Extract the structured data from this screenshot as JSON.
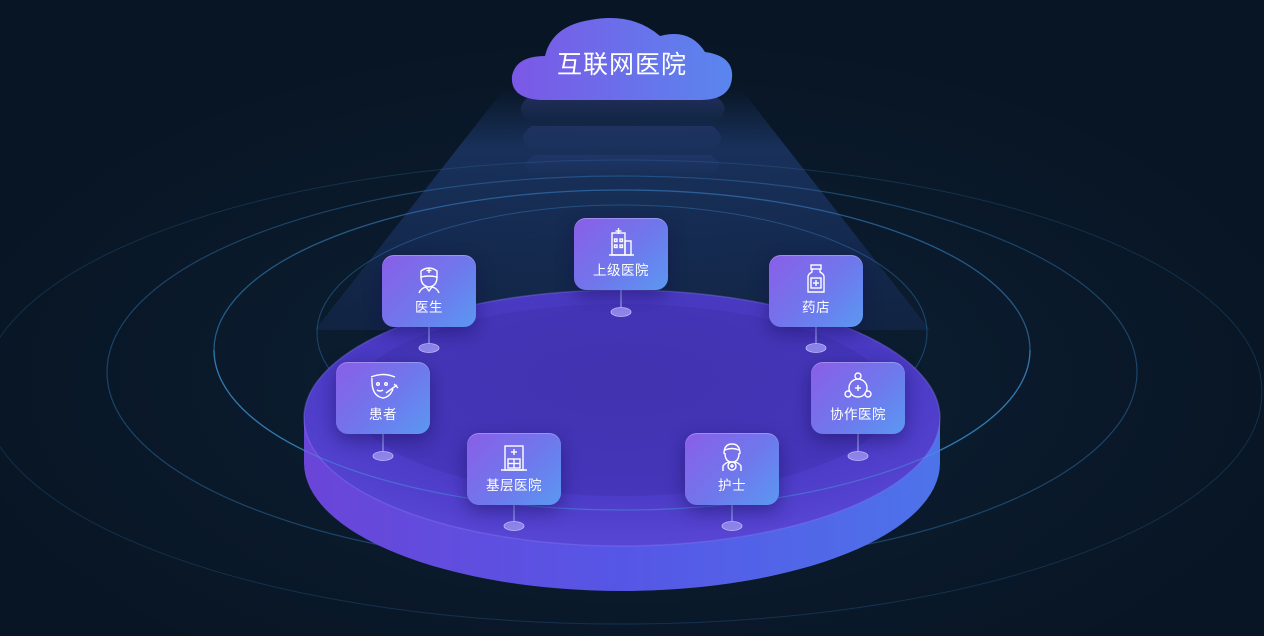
{
  "title": "互联网医院",
  "nodes": [
    {
      "id": "superior-hospital",
      "label": "上级医院",
      "icon": "hospital-building-icon"
    },
    {
      "id": "doctor",
      "label": "医生",
      "icon": "doctor-icon"
    },
    {
      "id": "pharmacy",
      "label": "药店",
      "icon": "medicine-bottle-icon"
    },
    {
      "id": "patient",
      "label": "患者",
      "icon": "patient-icon"
    },
    {
      "id": "partner-hospital",
      "label": "协作医院",
      "icon": "network-cross-icon"
    },
    {
      "id": "primary-hospital",
      "label": "基层医院",
      "icon": "clinic-building-icon"
    },
    {
      "id": "nurse",
      "label": "护士",
      "icon": "nurse-icon"
    }
  ],
  "colors": {
    "background": "#081524",
    "platform_top": "#4d3fc8",
    "platform_edge": "#4a5be0",
    "node_gradient_start": "#8a5ee8",
    "node_gradient_end": "#5a98f2",
    "cloud": "#6d6ce6",
    "ring": "#3a8fd0"
  }
}
